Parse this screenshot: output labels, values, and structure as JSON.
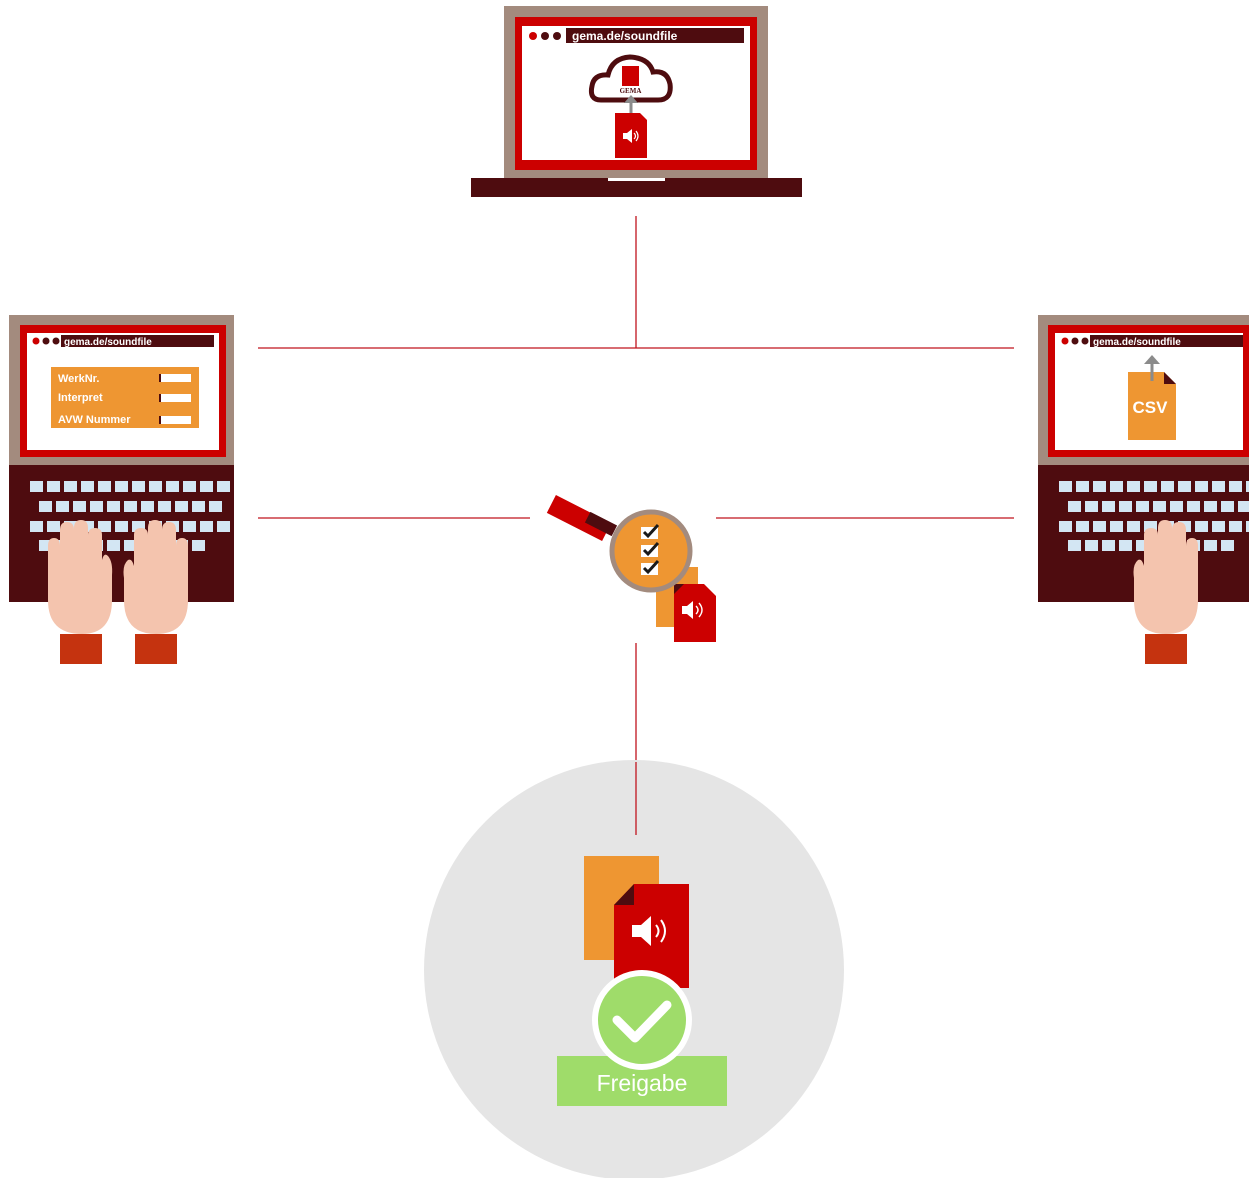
{
  "laptops": {
    "top": {
      "url": "gema.de/soundfile",
      "logo_text": "GEMA"
    },
    "left": {
      "url": "gema.de/soundfile",
      "fields": [
        "WerkNr.",
        "Interpret",
        "AVW Nummer"
      ]
    },
    "right": {
      "url": "gema.de/soundfile",
      "file_label": "CSV"
    }
  },
  "approval": {
    "label": "Freigabe"
  },
  "icons": [
    "cloud-upload-icon",
    "sound-file-icon",
    "csv-file-icon",
    "magnifier-checklist-icon",
    "checkmark-icon",
    "hand-icon",
    "keyboard-icon"
  ],
  "colors": {
    "red": "#cc0000",
    "dark_red": "#4e0c0f",
    "taupe": "#a38b7e",
    "orange": "#ee9632",
    "green": "#9fdc6a",
    "skin": "#f4c4ae",
    "sleeve": "#c5330f",
    "key": "#d3e6f3",
    "circle_bg": "#e5e5e5",
    "connector": "#c0141e"
  }
}
